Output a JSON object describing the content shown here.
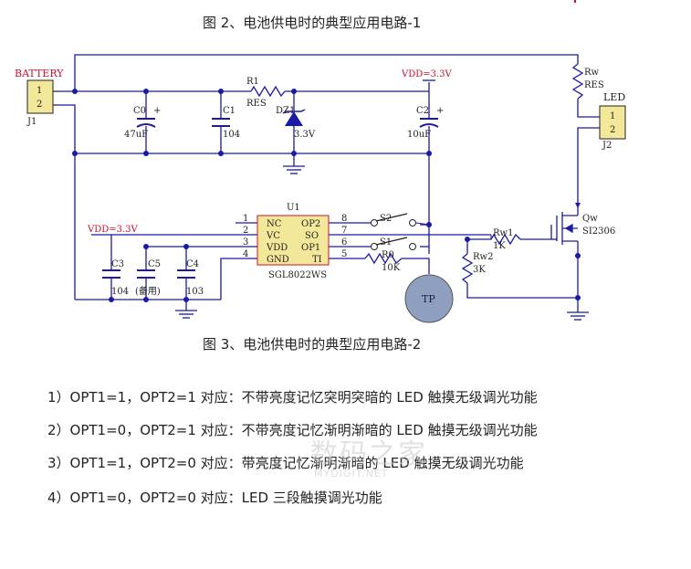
{
  "captions": {
    "fig2": "图 2、电池供电时的典型应用电路-1",
    "fig3": "图 3、电池供电时的典型应用电路-2"
  },
  "schematic": {
    "battery": {
      "label": "BATTERY",
      "pin1": "1",
      "pin2": "2",
      "ref": "J1"
    },
    "led": {
      "label": "LED",
      "pin1": "1",
      "pin2": "2",
      "ref": "J2"
    },
    "r1": {
      "ref": "R1",
      "value": "RES"
    },
    "rw": {
      "ref": "Rw",
      "value": "RES"
    },
    "dz1": {
      "ref": "DZ1",
      "value": "3.3V"
    },
    "c0": {
      "ref": "C0",
      "value": "47uF",
      "polarity": "+"
    },
    "c1": {
      "ref": "C1",
      "value": "104"
    },
    "c2": {
      "ref": "C2",
      "value": "10uF",
      "polarity": "+"
    },
    "c3": {
      "ref": "C3",
      "value": "104"
    },
    "c4": {
      "ref": "C4",
      "value": "103"
    },
    "c5": {
      "ref": "C5",
      "value": "(备用)"
    },
    "vdd_top": "VDD=3.3V",
    "vdd_left": "VDD=3.3V",
    "u1": {
      "ref": "U1",
      "part": "SGL8022WS",
      "left_pins": [
        {
          "num": "1",
          "name": "NC"
        },
        {
          "num": "2",
          "name": "VC"
        },
        {
          "num": "3",
          "name": "VDD"
        },
        {
          "num": "4",
          "name": "GND"
        }
      ],
      "right_pins": [
        {
          "num": "8",
          "name": "OP2"
        },
        {
          "num": "7",
          "name": "SO"
        },
        {
          "num": "6",
          "name": "OP1"
        },
        {
          "num": "5",
          "name": "TI"
        }
      ]
    },
    "s2": "S2",
    "s1": "S1",
    "r0": {
      "ref": "R0",
      "value": "10K"
    },
    "rw1": {
      "ref": "Rw1",
      "value": "1K"
    },
    "rw2": {
      "ref": "Rw2",
      "value": "3K"
    },
    "qw": {
      "ref": "Qw",
      "value": "SI2306"
    },
    "tp": "TP"
  },
  "items": [
    "1）OPT1=1，OPT2=1 对应：不带亮度记忆突明突暗的 LED 触摸无级调光功能",
    "2）OPT1=0，OPT2=1 对应：不带亮度记忆渐明渐暗的 LED 触摸无级调光功能",
    "3）OPT1=1，OPT2=0 对应：带亮度记忆渐明渐暗的 LED 触摸无级调光功能",
    "4）OPT1=0，OPT2=0 对应：LED 三段触摸调光功能"
  ],
  "watermark": {
    "main": "数码之家",
    "sub": "MYDIGIT.NET"
  },
  "colors": {
    "wire": "#1a1aa6",
    "label_red": "#c8102e",
    "comp_text": "#222222",
    "tp_fill": "#8f9fbf"
  }
}
